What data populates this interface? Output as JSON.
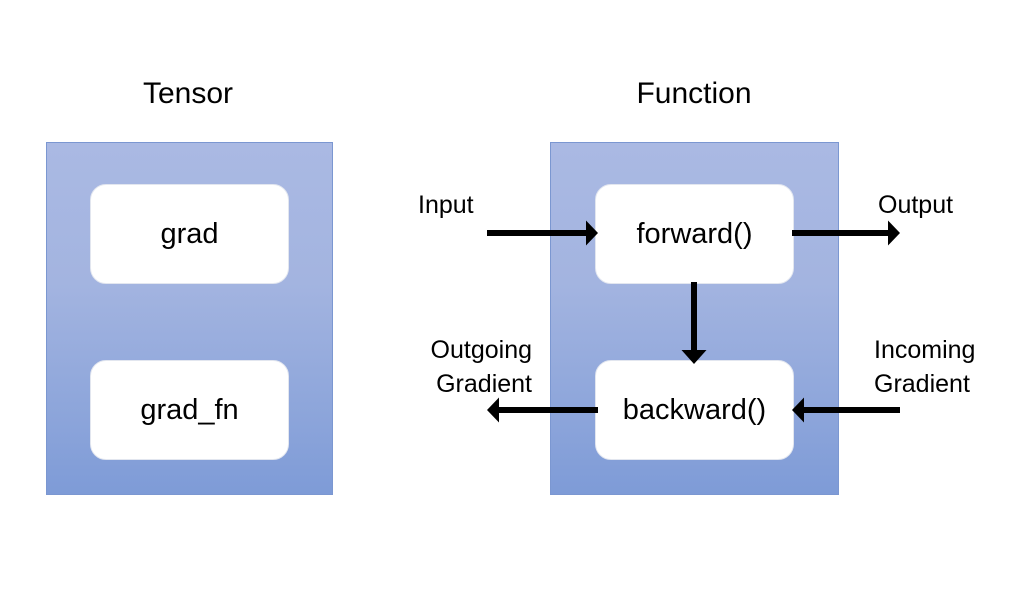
{
  "diagram": {
    "title_left": "Tensor",
    "title_right": "Function",
    "background_color": "#ffffff",
    "panel_color_top": "#aab9e3",
    "panel_color_bottom": "#7e9bd7",
    "box_color": "#ffffff",
    "arrow_color": "#000000",
    "text_color": "#000000"
  },
  "tensor": {
    "title": "Tensor",
    "boxes": [
      {
        "label": "grad"
      },
      {
        "label": "grad_fn"
      }
    ]
  },
  "function": {
    "title": "Function",
    "boxes": [
      {
        "label": "forward()"
      },
      {
        "label": "backward()"
      }
    ],
    "labels": {
      "input": "Input",
      "output": "Output",
      "outgoing_gradient": "Outgoing\nGradient",
      "incoming_gradient": "Incoming\nGradient"
    },
    "arrows": [
      {
        "name": "input-arrow",
        "direction": "right",
        "from": "Input",
        "to": "forward()"
      },
      {
        "name": "output-arrow",
        "direction": "right",
        "from": "forward()",
        "to": "Output"
      },
      {
        "name": "forward-to-backward-arrow",
        "direction": "down",
        "from": "forward()",
        "to": "backward()"
      },
      {
        "name": "outgoing-gradient-arrow",
        "direction": "left",
        "from": "backward()",
        "to": "Outgoing Gradient"
      },
      {
        "name": "incoming-gradient-arrow",
        "direction": "left",
        "from": "Incoming Gradient",
        "to": "backward()"
      }
    ]
  }
}
